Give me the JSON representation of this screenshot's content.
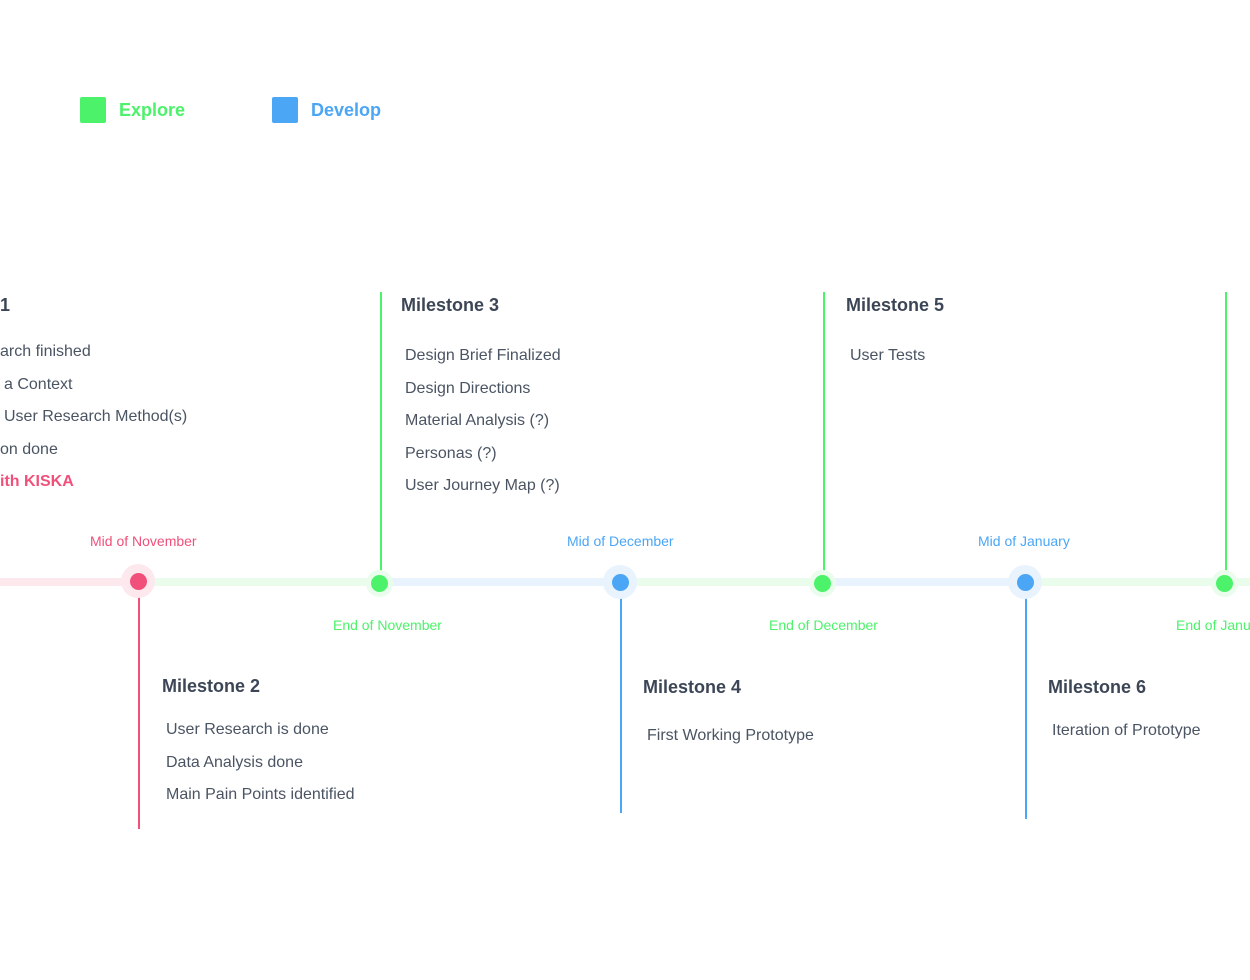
{
  "colors": {
    "explore": "#4cf26a",
    "develop": "#4ba6f5",
    "highlight": "#f0507a",
    "explore_track": "#eafdec",
    "develop_track": "#e8f3fd",
    "highlight_track": "#fde8ee"
  },
  "legend": [
    {
      "label": "Explore",
      "color": "#4cf26a"
    },
    {
      "label": "Develop",
      "color": "#4ba6f5"
    }
  ],
  "dates": {
    "mid_november": "Mid of November",
    "end_november": "End of November",
    "mid_december": "Mid of December",
    "end_december": "End of December",
    "mid_january": "Mid of January",
    "end_january": "End of Janu"
  },
  "milestones": {
    "m1": {
      "title": "1",
      "items": [
        "arch finished",
        "a Context",
        "User Research Method(s)",
        "on done",
        "ith KISKA"
      ]
    },
    "m2": {
      "title": "Milestone 2",
      "items": [
        "User Research is done",
        "Data Analysis done",
        "Main Pain Points identified"
      ]
    },
    "m3": {
      "title": "Milestone 3",
      "items": [
        "Design Brief Finalized",
        "Design Directions",
        "Material Analysis (?)",
        "Personas (?)",
        "User Journey Map (?)"
      ]
    },
    "m4": {
      "title": "Milestone 4",
      "items": [
        "First Working Prototype"
      ]
    },
    "m5": {
      "title": "Milestone 5",
      "items": [
        "User Tests"
      ]
    },
    "m6": {
      "title": "Milestone 6",
      "items": [
        "Iteration of Prototype"
      ]
    }
  }
}
